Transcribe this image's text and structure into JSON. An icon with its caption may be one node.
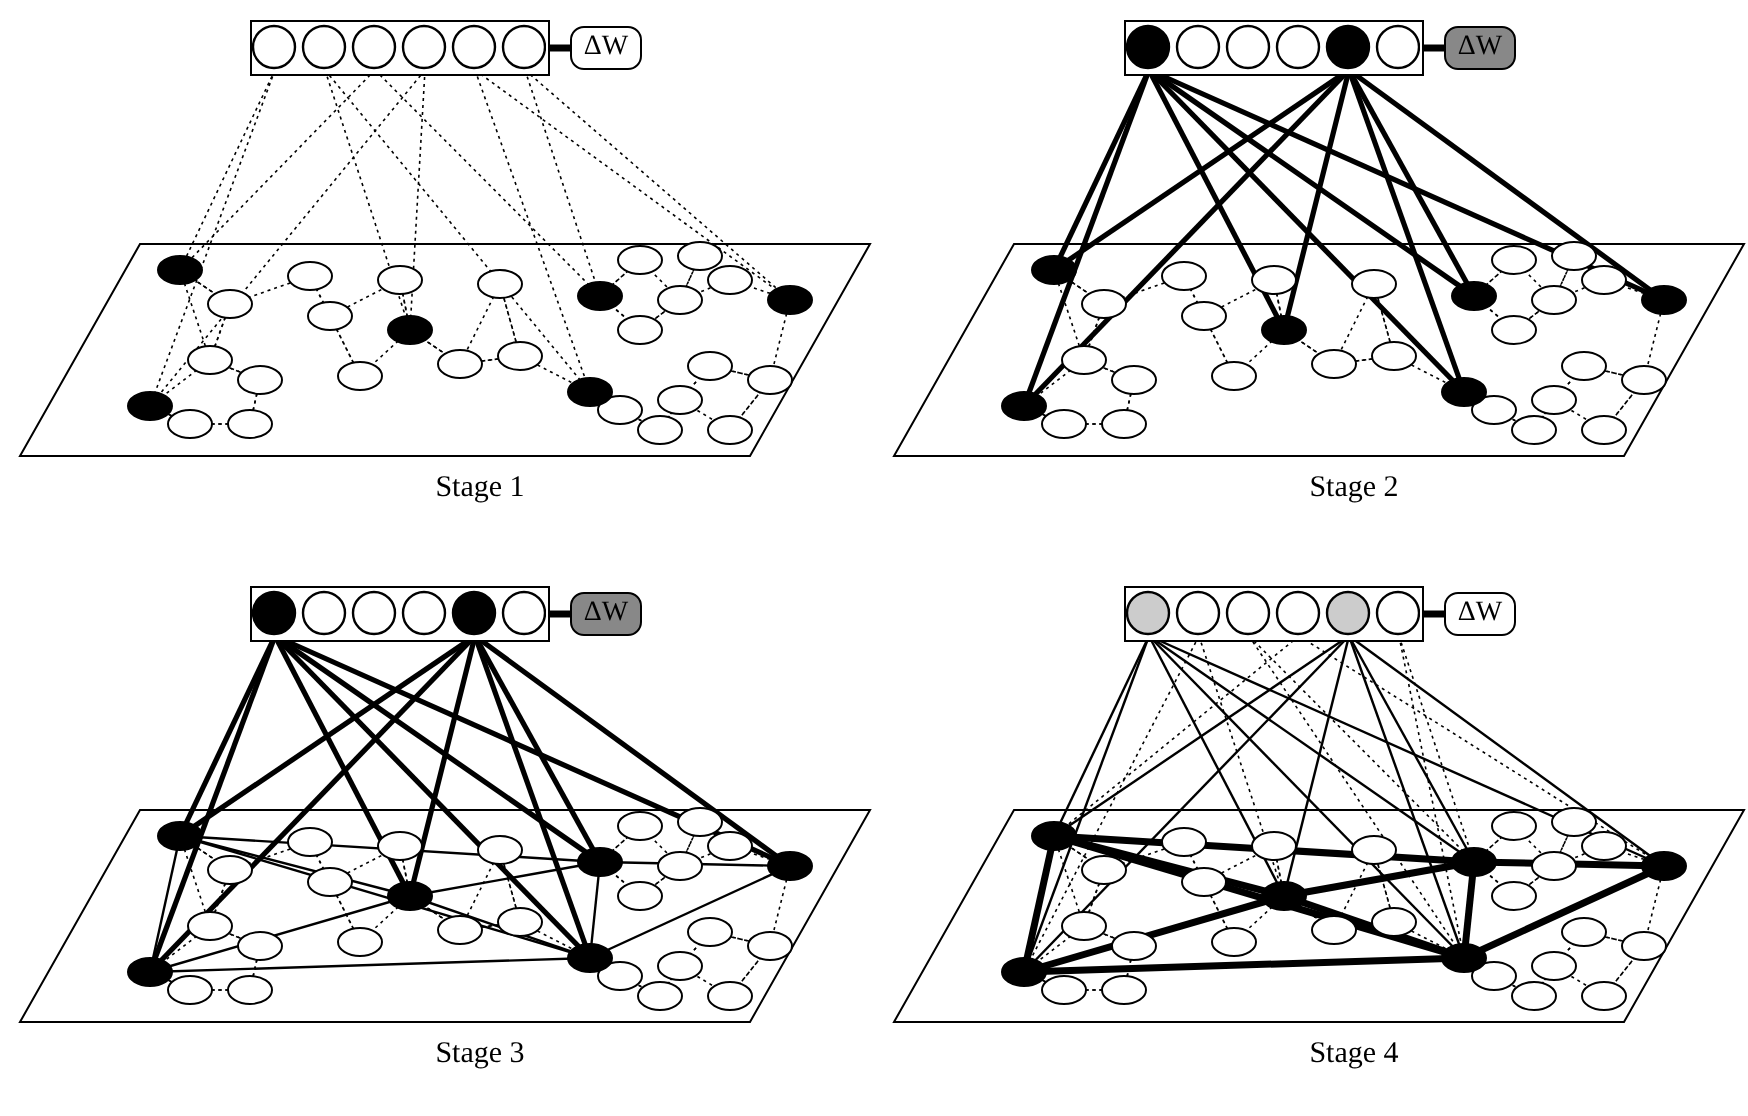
{
  "diagram": {
    "nodes": [
      {
        "text": [],
        "shape": "box"
      },
      {
        "text": [
          "ΔW"
        ]
      },
      {
        "text": [],
        "shape": "box"
      },
      {
        "text": [
          "ΔW"
        ]
      },
      {
        "text": [],
        "shape": "box"
      },
      {
        "text": [
          "ΔW"
        ]
      },
      {
        "text": [],
        "shape": "box"
      },
      {
        "text": [
          "ΔW"
        ]
      }
    ],
    "edges": [
      {
        "from": 0,
        "to": 1,
        "arrow": "none"
      },
      {
        "from": 2,
        "to": 3,
        "arrow": "none"
      },
      {
        "from": 4,
        "to": 5,
        "arrow": "none"
      },
      {
        "from": 6,
        "to": 7,
        "arrow": "none"
      }
    ],
    "labels": [
      "Stage 1",
      "Stage 2",
      "Stage 3",
      "Stage 4"
    ]
  }
}
